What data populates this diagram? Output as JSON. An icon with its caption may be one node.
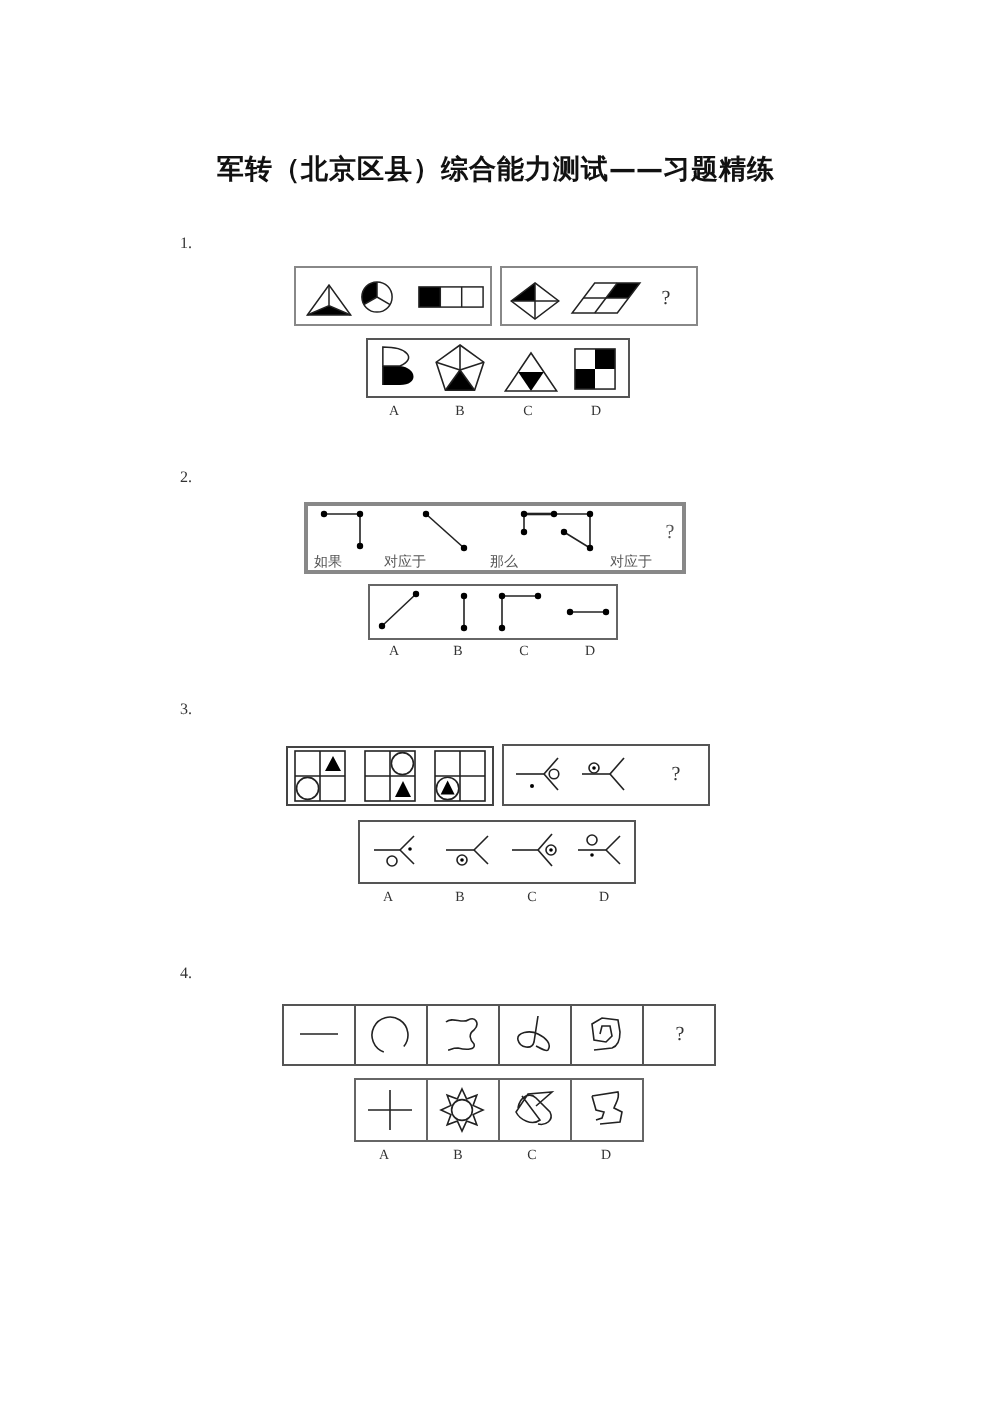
{
  "diagram": {
    "title": "军转（北京区县）综合能力测试——习题精练",
    "nodes": [
      {
        "text": [],
        "shape": "box"
      },
      {
        "text": [
          "?"
        ]
      },
      {
        "text": [],
        "shape": "box",
        "beside": [
          "A",
          "B",
          "C",
          "D"
        ]
      },
      {
        "text": [
          "如果",
          "对应于",
          "那么",
          "对应于",
          "?"
        ]
      },
      {
        "text": [],
        "shape": "box",
        "beside": [
          "A",
          "B",
          "C",
          "D"
        ]
      },
      {
        "text": [],
        "shape": "box"
      },
      {
        "text": [
          "?"
        ]
      },
      {
        "text": [],
        "shape": "box",
        "beside": [
          "A",
          "B",
          "C",
          "D"
        ]
      },
      {
        "text": [],
        "shape": "box"
      },
      {
        "text": [],
        "shape": "box"
      },
      {
        "text": [],
        "shape": "box"
      },
      {
        "text": [],
        "shape": "box"
      },
      {
        "text": [],
        "shape": "box"
      },
      {
        "text": [
          "?"
        ]
      },
      {
        "text": [],
        "shape": "box",
        "beside": [
          "A"
        ]
      },
      {
        "text": [],
        "shape": "box",
        "beside": [
          "B"
        ]
      },
      {
        "text": [],
        "shape": "box",
        "beside": [
          "C"
        ]
      },
      {
        "text": [],
        "shape": "box",
        "beside": [
          "D"
        ]
      }
    ],
    "labels": [
      "1.",
      "2.",
      "3.",
      "4."
    ]
  }
}
